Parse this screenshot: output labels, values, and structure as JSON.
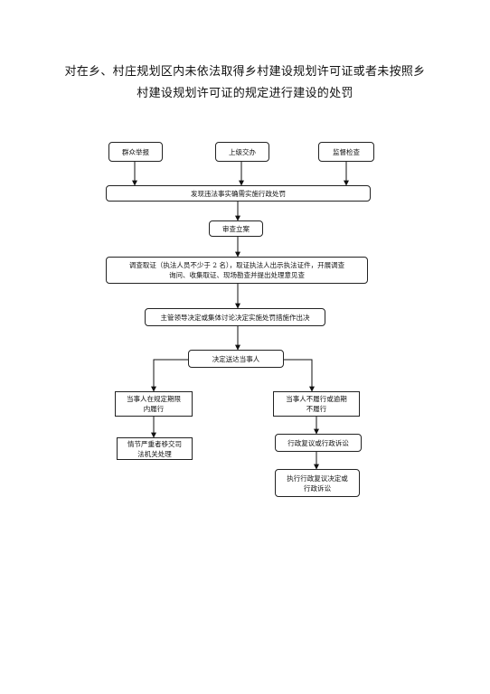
{
  "title": {
    "line1": "对在乡、村庄规划区内未依法取得乡村建设规划许可证或者未按照乡",
    "line2": "村建设规划许可证的规定进行建设的处罚"
  },
  "nodes": {
    "report": "群众举报",
    "referral": "上级交办",
    "inspection": "监督检查",
    "discover": "发现违法事实确需实施行政处罚",
    "review": "审查立案",
    "investigate_1": "调查取证（执法人员不少于 2 名），取证执法人出示执法证件，开展调查",
    "investigate_2": "询问、收集取证、现场勘查并提出处理意见查",
    "decide": "主管领导决定或集体讨论决定实施处罚措施作出决",
    "deliver": "决定送达当事人",
    "comply_1": "当事人在规定期限",
    "comply_2": "内履行",
    "noncomply_1": "当事人不履行或逾期",
    "noncomply_2": "不履行",
    "serious_1": "情节严重者移交司",
    "serious_2": "法机关处理",
    "appeal": "行政复议或行政诉讼",
    "execute_1": "执行行政复议决定或",
    "execute_2": "行政诉讼"
  }
}
